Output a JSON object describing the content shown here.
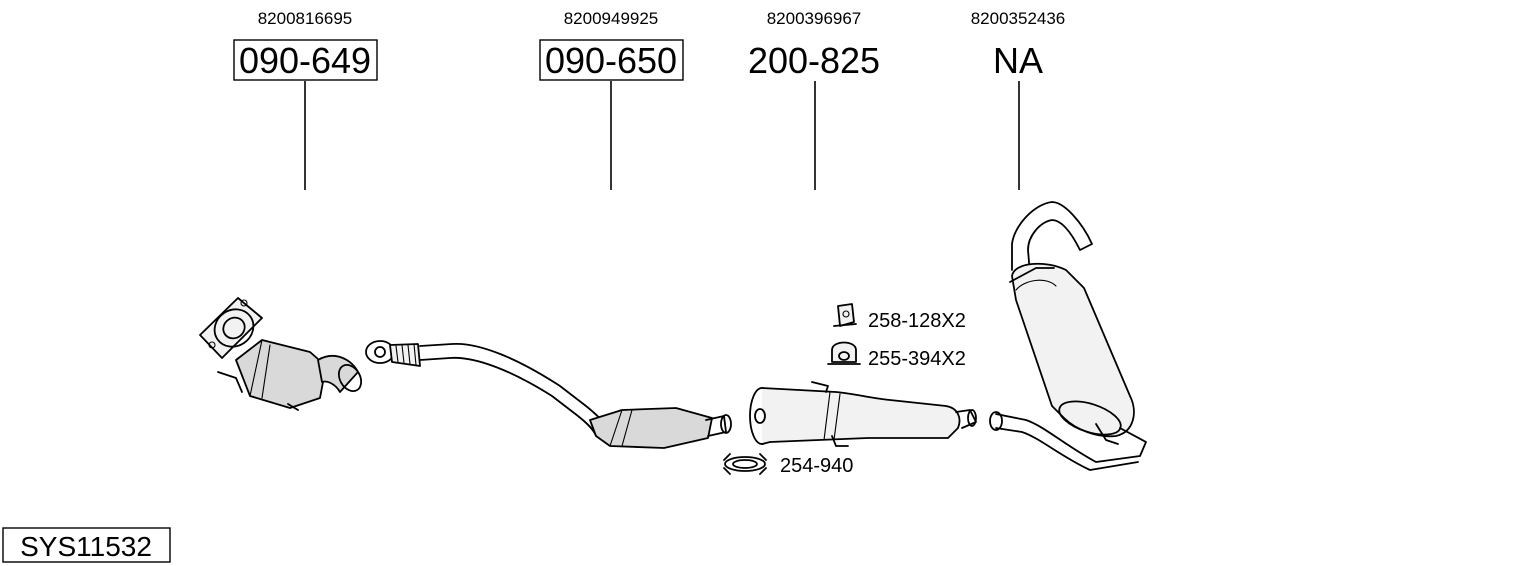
{
  "parts": [
    {
      "oe": "8200816695",
      "number": "090-649"
    },
    {
      "oe": "8200949925",
      "number": "090-650"
    },
    {
      "oe": "8200396967",
      "number": "200-825"
    },
    {
      "oe": "8200352436",
      "number": "NA"
    }
  ],
  "accessories": [
    {
      "label": "258-128X2",
      "icon": "rubber-hanger-icon"
    },
    {
      "label": "255-394X2",
      "icon": "rubber-ring-mount-icon"
    },
    {
      "label": "254-940",
      "icon": "pipe-clamp-icon"
    }
  ],
  "system": {
    "code": "SYS11532"
  }
}
